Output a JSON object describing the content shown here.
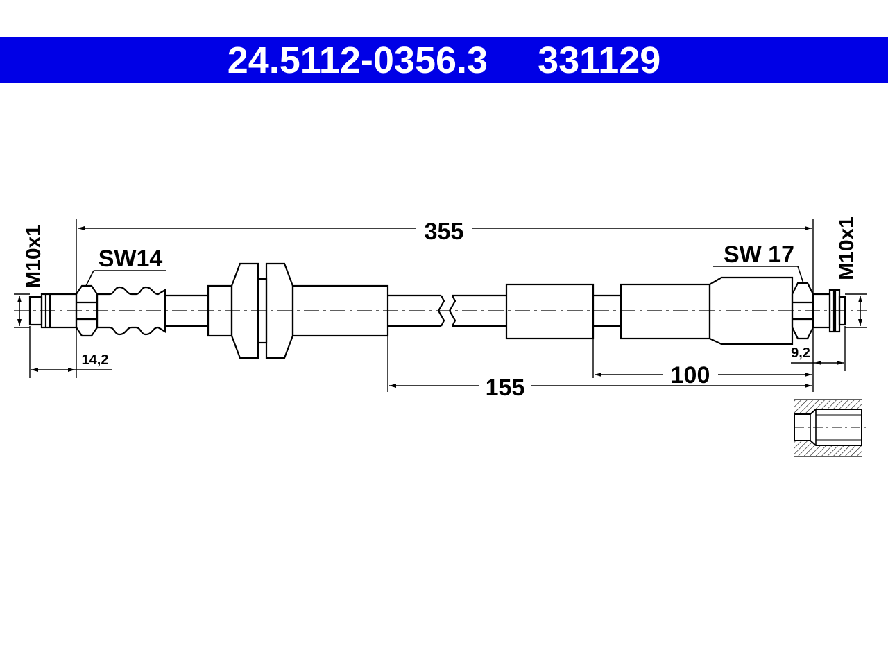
{
  "header": {
    "part_number": "24.5112-0356.3",
    "ref_number": "331129",
    "background_color": "#0000e6",
    "text_color": "#ffffff"
  },
  "dimensions": {
    "overall_length": "355",
    "left_thread": "M10x1",
    "right_thread": "M10x1",
    "left_wrench": "SW14",
    "right_wrench": "SW 17",
    "left_end_length": "14,2",
    "right_end_length": "9,2",
    "length_155": "155",
    "length_100": "100"
  }
}
